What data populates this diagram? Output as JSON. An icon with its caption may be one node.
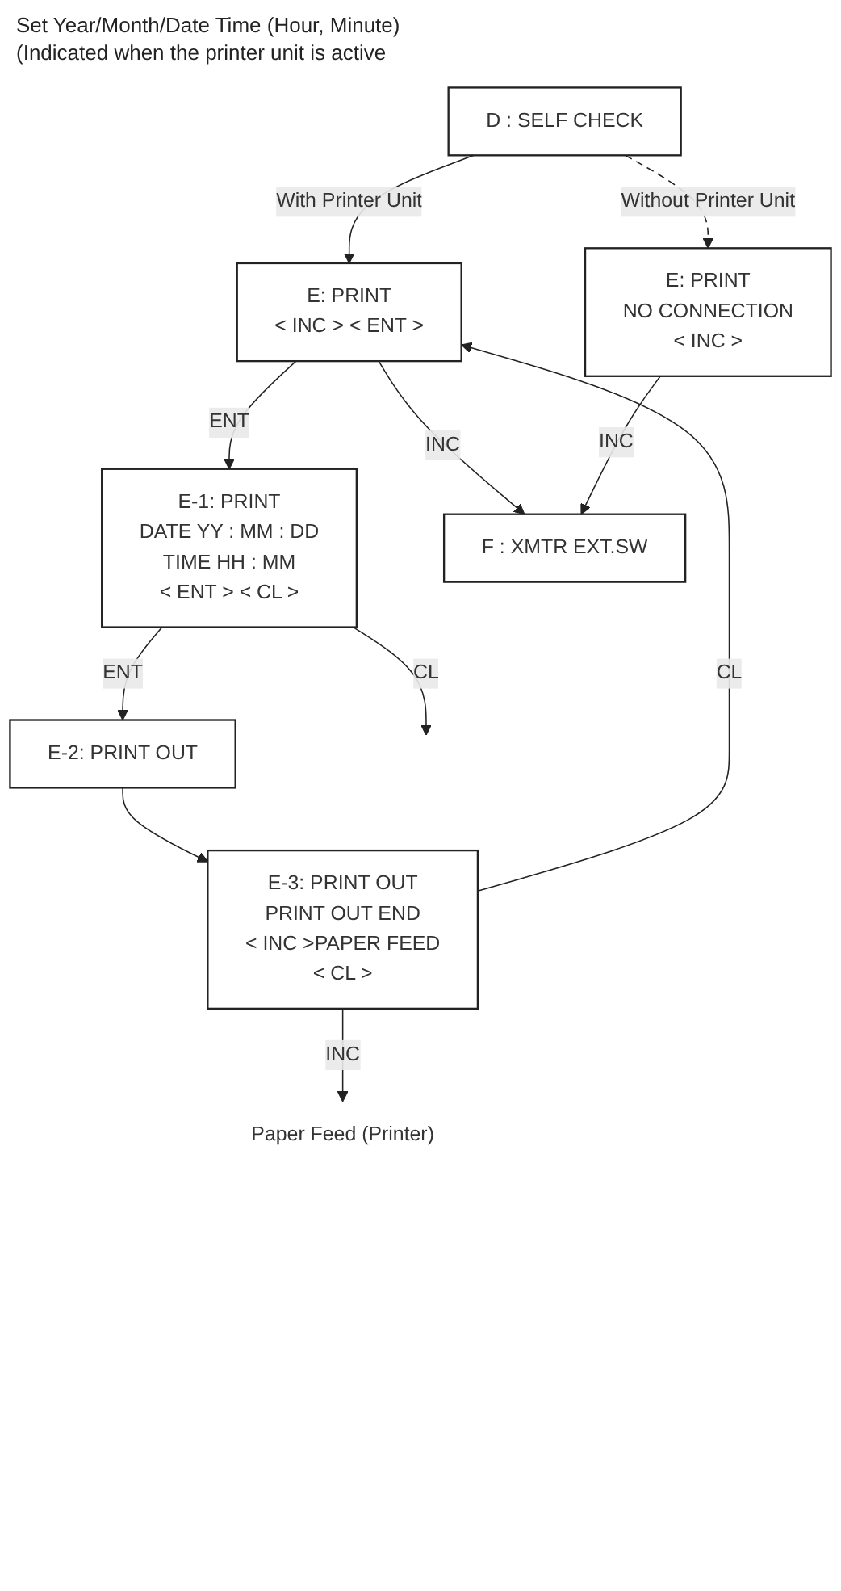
{
  "diagram": {
    "nodes": [
      {
        "text": [
          "D : SELF CHECK"
        ]
      },
      {
        "text": [
          "E: PRINT",
          "< INC > < ENT >"
        ]
      },
      {
        "text": [
          "E-1: PRINT",
          "DATE YY : MM : DD",
          "TIME HH : MM",
          "< ENT > < CL >"
        ]
      },
      {
        "text": [
          "E-2: PRINT OUT"
        ]
      },
      {
        "text": [
          "E-3: PRINT OUT",
          "PRINT OUT END",
          "< INC >PAPER FEED",
          "< CL >"
        ]
      },
      {
        "text": [
          "Paper Feed (Printer)"
        ]
      },
      {
        "text": [
          "E: PRINT",
          "NO CONNECTION",
          "< INC >"
        ]
      },
      {
        "text": [
          "F : XMTR EXT.SW"
        ]
      }
    ],
    "edges": [
      {
        "from": 0,
        "to": 1,
        "arrow": "to",
        "label": "With Printer Unit"
      },
      {
        "from": 1,
        "to": 2,
        "arrow": "to",
        "label": "ENT"
      },
      {
        "from": 2,
        "to": 3,
        "arrow": "to",
        "label": "ENT"
      },
      {
        "from": 2,
        "to": null,
        "arrow": "to",
        "label": "CL"
      },
      {
        "from": 3,
        "to": 4,
        "arrow": "to"
      },
      {
        "from": 4,
        "to": 5,
        "arrow": "to",
        "label": "INC"
      },
      {
        "from": 4,
        "to": 1,
        "arrow": "to",
        "label": "CL"
      },
      {
        "from": 1,
        "to": 7,
        "arrow": "to",
        "label": "INC"
      },
      {
        "from": 0,
        "to": 6,
        "arrow": "to",
        "label": "Without Printer Unit",
        "style": "dashed"
      },
      {
        "from": 6,
        "to": 7,
        "arrow": "to",
        "label": "INC"
      }
    ],
    "labels": [
      "Set Year/Month/Date Time (Hour, Minute)",
      "(Indicated when the printer unit is active"
    ]
  }
}
